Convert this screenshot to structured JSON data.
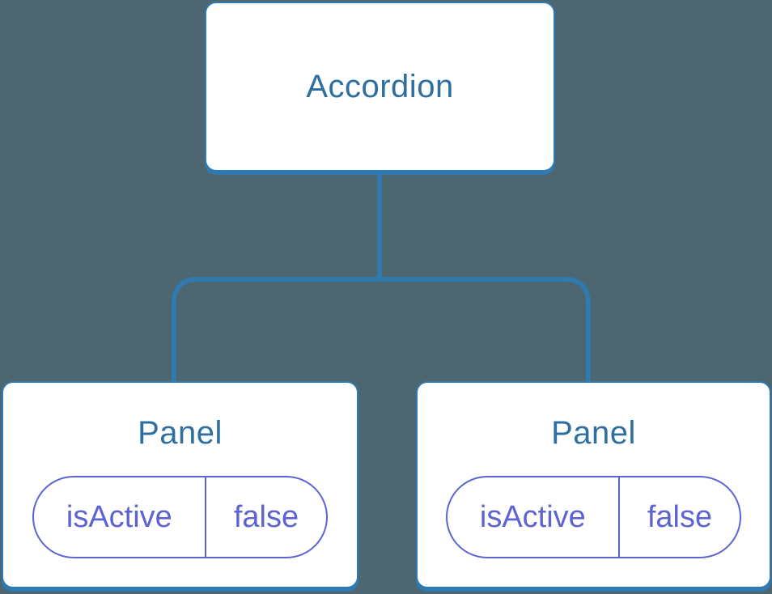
{
  "colors": {
    "background": "#4c6772",
    "connector": "#2f7bb1",
    "node_border": "#2f7bb1",
    "node_fill": "#ffffff",
    "node_title": "#2d6f9f",
    "state_accent": "#5e63d2"
  },
  "diagram": {
    "root": {
      "label": "Accordion"
    },
    "children": [
      {
        "label": "Panel",
        "state": {
          "key": "isActive",
          "value": "false"
        }
      },
      {
        "label": "Panel",
        "state": {
          "key": "isActive",
          "value": "false"
        }
      }
    ]
  }
}
